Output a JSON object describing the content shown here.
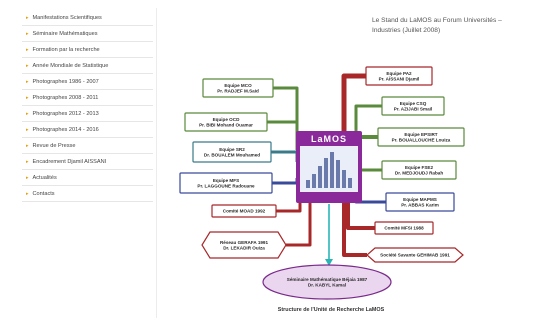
{
  "sidebar": {
    "items": [
      {
        "label": "Manifestations Scientifiques"
      },
      {
        "label": "Séminaire Mathématiques"
      },
      {
        "label": "Formation par la recherche"
      },
      {
        "label": "Année Mondiale de Statistique"
      },
      {
        "label": "Photographes 1986 - 2007"
      },
      {
        "label": "Photographes 2008 - 2011"
      },
      {
        "label": "Photographes 2012 - 2013"
      },
      {
        "label": "Photographes 2014 - 2016"
      },
      {
        "label": "Revue de Presse"
      },
      {
        "label": "Encadrement Djamil AISSANI"
      },
      {
        "label": "Actualités"
      },
      {
        "label": "Contacts"
      }
    ]
  },
  "article": {
    "title": "Le Stand du LaMOS au Forum Universités – Industries (Juillet 2008)"
  },
  "mindmap": {
    "center": {
      "title": "LaMOS"
    },
    "nodes": [
      {
        "name": "mco",
        "line1": "Equipe MCO",
        "line2": "Pr. RADJEF M.Said",
        "color": "#5a8a3c"
      },
      {
        "name": "pa2",
        "line1": "Equipe PA2",
        "line2": "Pr. AÏSSANI Djamil",
        "color": "#a8282a"
      },
      {
        "name": "ocd",
        "line1": "Equipe OCD",
        "line2": "Pr. BIBI Mohand Ouamar",
        "color": "#5a8a3c"
      },
      {
        "name": "csq",
        "line1": "Equipe CSQ",
        "line2": "Pr. AZIJABI Smail",
        "color": "#5a8a3c"
      },
      {
        "name": "epsirt",
        "line1": "Equipe EPSIRT",
        "line2": "Pr. BOUALLOUCHE Louiza",
        "color": "#5a8a3c"
      },
      {
        "name": "sr2",
        "line1": "Equipe SR2",
        "line2": "Dr. BOUALEM Mouhamed",
        "color": "#3a7a8a"
      },
      {
        "name": "fse2",
        "line1": "Equipe FSE2",
        "line2": "Dr. MEDJOUDJ Rabah",
        "color": "#5a8a3c"
      },
      {
        "name": "mfs",
        "line1": "Equipe MFS",
        "line2": "Pr. LAGGOUNE Radouane",
        "color": "#3a4a9a"
      },
      {
        "name": "mapms",
        "line1": "Equipe MAPMS",
        "line2": "Pr. ABBAS Karim",
        "color": "#3a4a9a"
      },
      {
        "name": "moad",
        "line1": "Comité MOAD 1992",
        "line2": "",
        "color": "#a8282a"
      },
      {
        "name": "mfsi",
        "line1": "Comité MFSI 1988",
        "line2": "",
        "color": "#a8282a"
      },
      {
        "name": "gerafa",
        "line1": "Réseau GERAFA 1991",
        "line2": "Dr. LEKADIR Ouiza",
        "color": "#a8282a"
      },
      {
        "name": "gehimab",
        "line1": "Société Savante GEHIMAB 1991",
        "line2": "",
        "color": "#a8282a"
      },
      {
        "name": "seminaire",
        "line1": "Séminaire Mathématique Béjaia 1987",
        "line2": "Dr. KABYL Kamal",
        "color": "#7a2a8a"
      }
    ],
    "caption": "Structure de l'Unité de Recherche LaMOS"
  }
}
